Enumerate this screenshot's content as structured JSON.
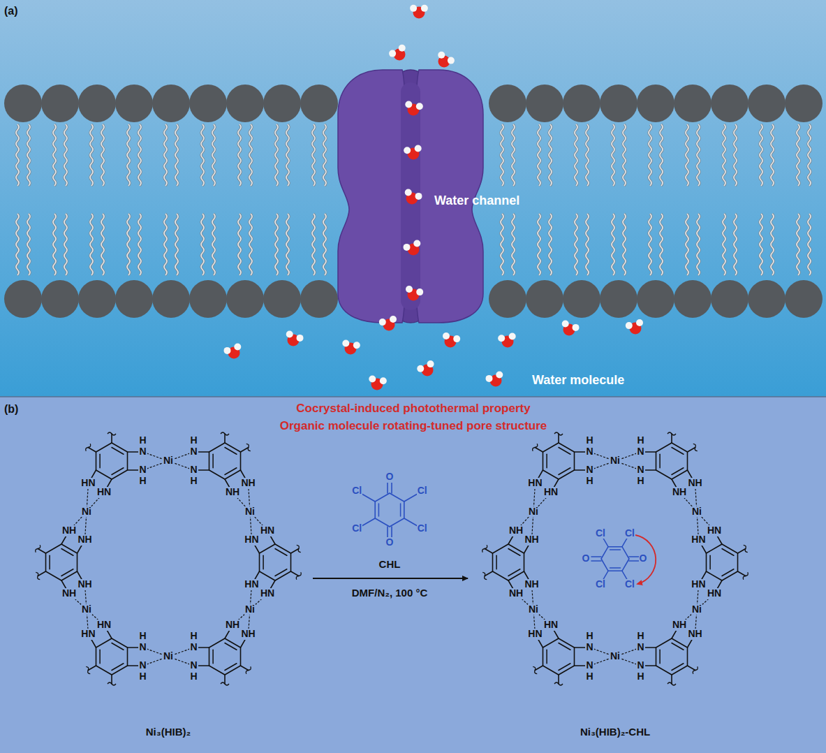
{
  "diagram": {
    "labels": [
      "(a)",
      "Water channel",
      "Water molecule",
      "(b)",
      "Cocrystal-induced photothermal property",
      "Organic molecule rotating-tuned pore structure",
      "Ni",
      "N",
      "H",
      "N",
      "H",
      "N",
      "H",
      "N",
      "H",
      "Ni",
      "NH",
      "NH",
      "HN",
      "HN",
      "Ni",
      "HN",
      "HN",
      "NH",
      "NH",
      "Ni",
      "N",
      "H",
      "N",
      "H",
      "N",
      "H",
      "N",
      "H",
      "Ni",
      "NH",
      "NH",
      "HN",
      "HN",
      "Ni",
      "HN",
      "HN",
      "NH",
      "NH",
      "O",
      "Cl",
      "Cl",
      "Cl",
      "Cl",
      "O",
      "CHL",
      "DMF/N₂, 100 °C",
      "Ni",
      "N",
      "H",
      "N",
      "H",
      "N",
      "H",
      "N",
      "H",
      "Ni",
      "NH",
      "NH",
      "HN",
      "HN",
      "Ni",
      "HN",
      "HN",
      "NH",
      "NH",
      "Ni",
      "N",
      "H",
      "N",
      "H",
      "N",
      "H",
      "N",
      "H",
      "Ni",
      "NH",
      "NH",
      "HN",
      "HN",
      "Ni",
      "HN",
      "HN",
      "NH",
      "NH",
      "Cl",
      "Cl",
      "O",
      "O",
      "Cl",
      "Cl",
      "Ni₃(HIB)₂",
      "Ni₃(HIB)₂-CHL"
    ]
  }
}
